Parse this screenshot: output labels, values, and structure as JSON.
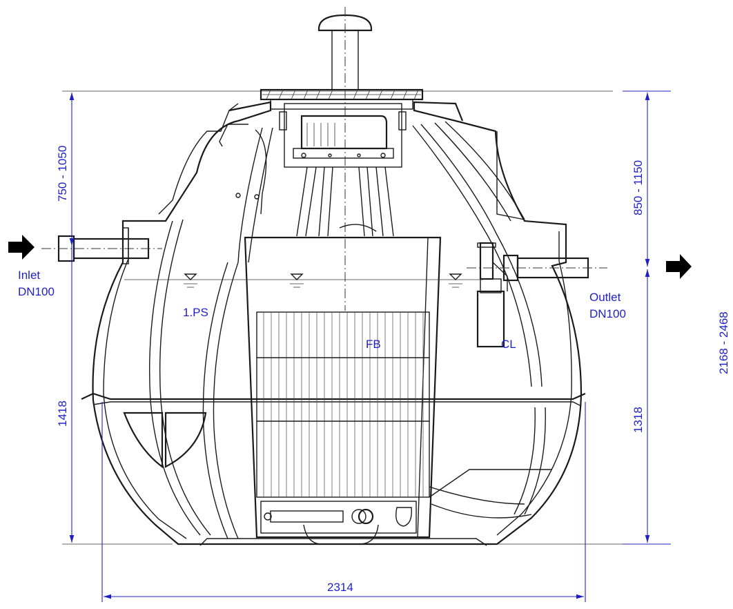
{
  "labels": {
    "inlet": "Inlet",
    "inlet_dn": "DN100",
    "outlet": "Outlet",
    "outlet_dn": "DN100",
    "chamber_1": "1.PS",
    "chamber_fb": "FB",
    "chamber_cl": "CL"
  },
  "dimensions": {
    "left_top": "750 - 1050",
    "left_bottom": "1418",
    "right_top": "850 - 1150",
    "right_bottom": "1318",
    "total_height": "2168 - 2468",
    "width": "2314"
  },
  "colors": {
    "dimension": "#1f1fc8",
    "line": "#1a1a1a",
    "arrow": "#000000"
  },
  "icons": {
    "inlet_arrow": "arrow-right-icon",
    "outlet_arrow": "arrow-right-icon",
    "water_level": "water-level-triangle-icon"
  }
}
